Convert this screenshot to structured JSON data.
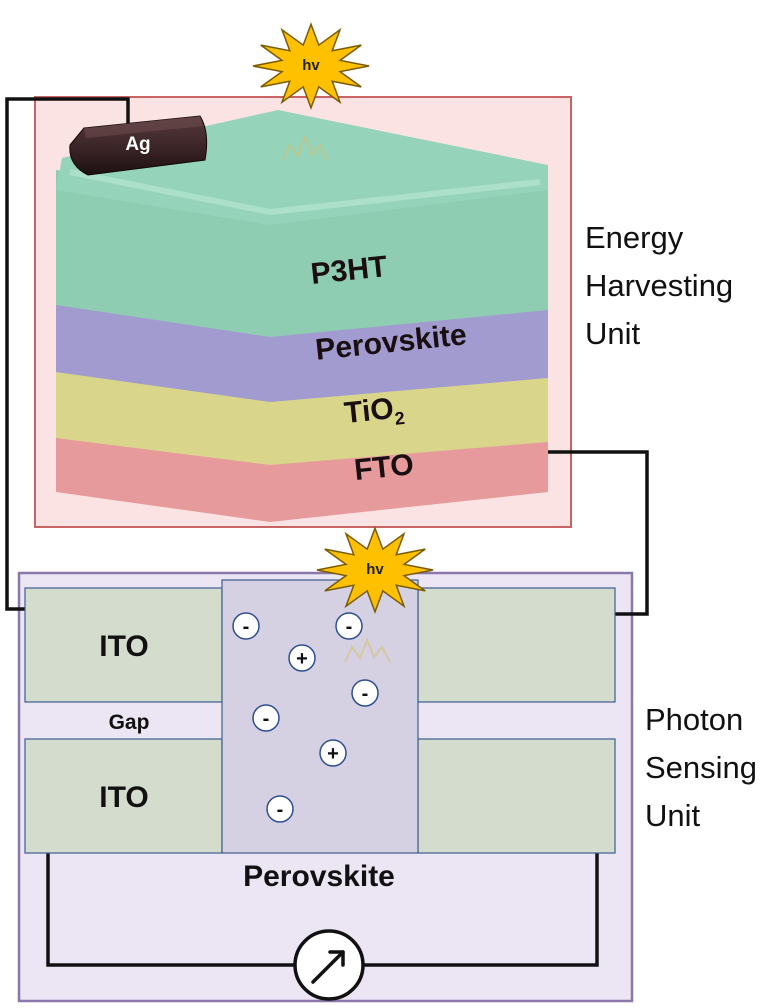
{
  "light_symbol": "hv",
  "contact_label": "Ag",
  "layers": {
    "top": "P3HT",
    "perovskite": "Perovskite",
    "tio2_main": "TiO",
    "tio2_sub": "2",
    "bottom": "FTO"
  },
  "energy_unit_label": [
    "Energy",
    "Harvesting",
    "Unit"
  ],
  "photon_unit_label": [
    "Photon",
    "Sensing",
    "Unit"
  ],
  "sensor": {
    "ito_top": "ITO",
    "ito_bottom": "ITO",
    "gap": "Gap",
    "channel": "Perovskite"
  },
  "charges": [
    "-",
    "-",
    "+",
    "-",
    "-",
    "+",
    "-"
  ],
  "colors": {
    "energy_box_fill": "#fbe3e3",
    "energy_box_border": "#c86464",
    "sensing_box_fill": "#ebe5f4",
    "sensing_box_border": "#8a78a8",
    "p3ht": "#8fcdb3",
    "perovskite": "#a29bd0",
    "tio2": "#d9d58a",
    "fto": "#e69a9c",
    "ito": "#d4ddcd",
    "channel": "#d5d0e2",
    "starburst": "#ffc000",
    "wire": "#111111"
  }
}
